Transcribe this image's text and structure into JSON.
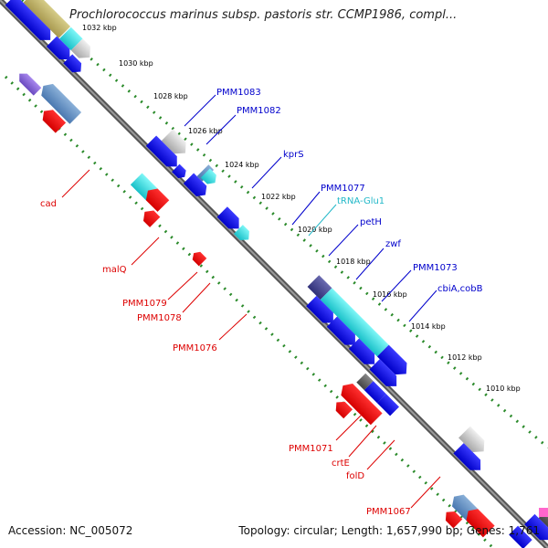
{
  "title": "Prochlorococcus marinus subsp. pastoris str. CCMP1986, compl...",
  "accession": "Accession: NC_005072",
  "topology": "Topology: circular; Length: 1,657,990 bp; Genes: 1,761",
  "colors": {
    "forward": "#0000dd",
    "reverse": "#ee0000",
    "trna": "#22b8c8",
    "backbone": "#6e6e6e",
    "ticks": "#2a8a2a"
  },
  "scale": {
    "ticks": [
      "1032 kbp",
      "1030 kbp",
      "1028 kbp",
      "1026 kbp",
      "1024 kbp",
      "1022 kbp",
      "1020 kbp",
      "1018 kbp",
      "1016 kbp",
      "1014 kbp",
      "1012 kbp",
      "1010 kbp"
    ]
  },
  "forward_labels": [
    "PMM1083",
    "PMM1082",
    "kprS",
    "PMM1077",
    "tRNA-Glu1",
    "petH",
    "zwf",
    "PMM1073",
    "cbiA,cobB"
  ],
  "reverse_labels": [
    "cad",
    "malQ",
    "PMM1079",
    "PMM1078",
    "PMM1076",
    "PMM1071",
    "crtE",
    "folD",
    "PMM1067"
  ]
}
